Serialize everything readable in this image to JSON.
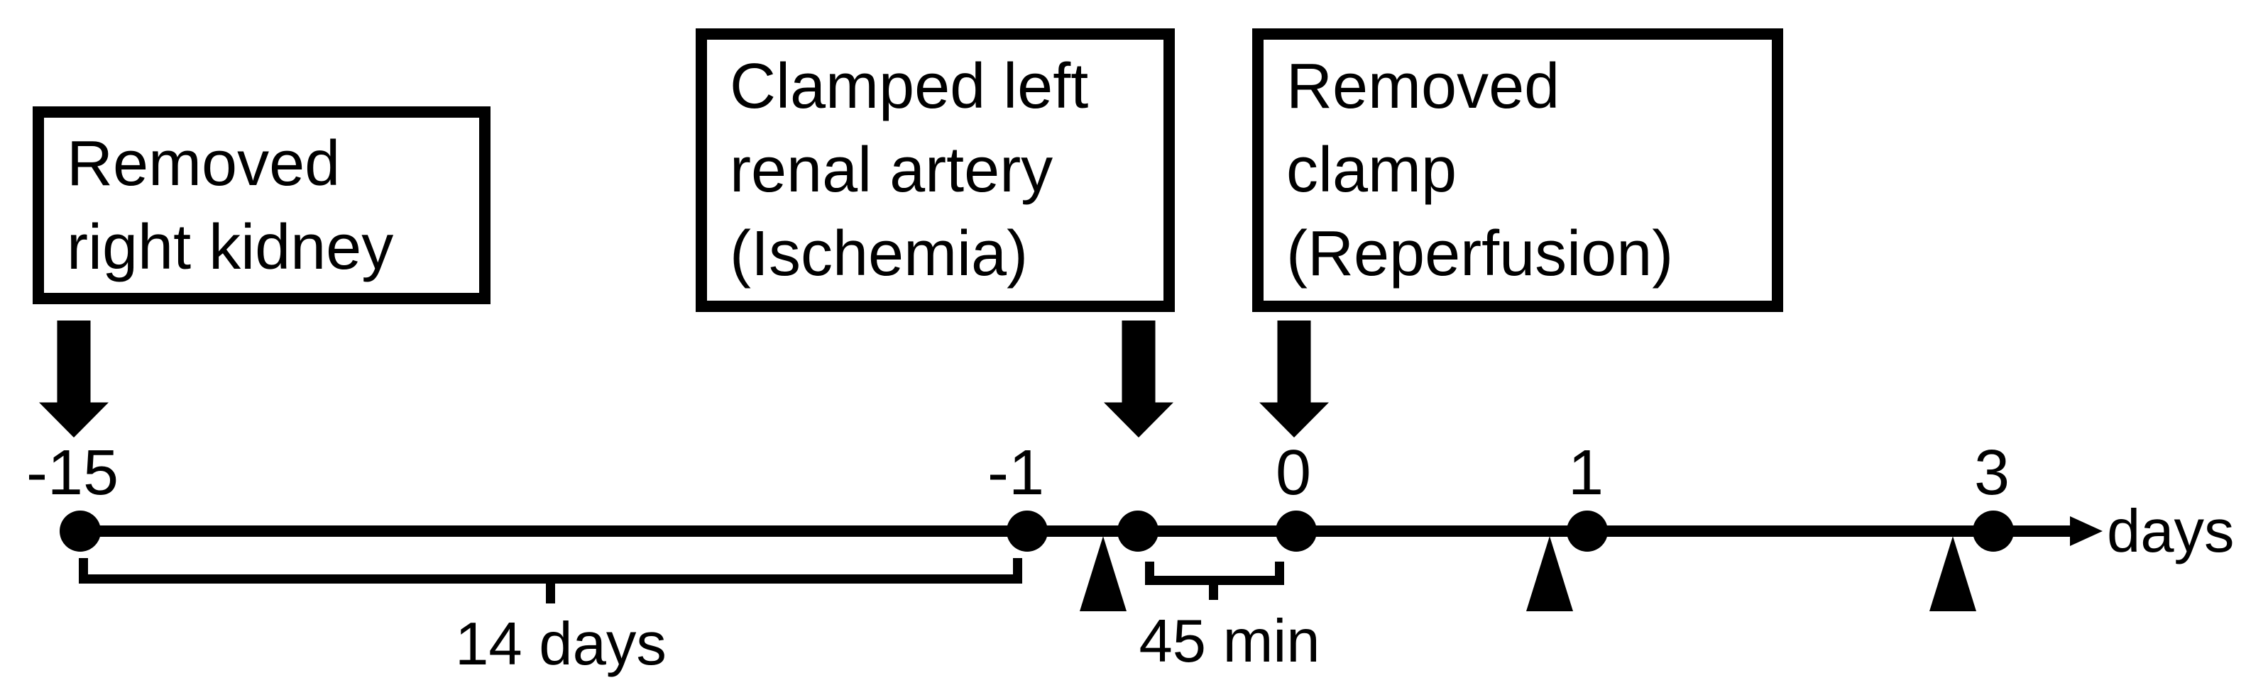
{
  "diagram_title": "ischemia-reperfusion experiment timeline",
  "colors": {
    "ink": "#000000",
    "background": "#ffffff"
  },
  "boxes": [
    {
      "lines": [
        "Removed",
        "right kidney"
      ]
    },
    {
      "lines": [
        "Clamped left",
        "renal artery",
        "(Ischemia)"
      ]
    },
    {
      "lines": [
        "Removed",
        "clamp",
        "(Reperfusion)"
      ]
    }
  ],
  "timeline": {
    "axis_label": "days",
    "ticks": [
      {
        "label": "-15"
      },
      {
        "label": "-1"
      },
      {
        "label": "0"
      },
      {
        "label": "1"
      },
      {
        "label": "3"
      }
    ],
    "unlabeled_point_count": 1,
    "intervals": [
      {
        "label": "14 days"
      },
      {
        "label": "45 min"
      }
    ]
  },
  "icons": {
    "event_pointer": "block-down-arrow",
    "sample_marker": "filled-triangle-up",
    "axis_end": "right-arrowhead"
  }
}
